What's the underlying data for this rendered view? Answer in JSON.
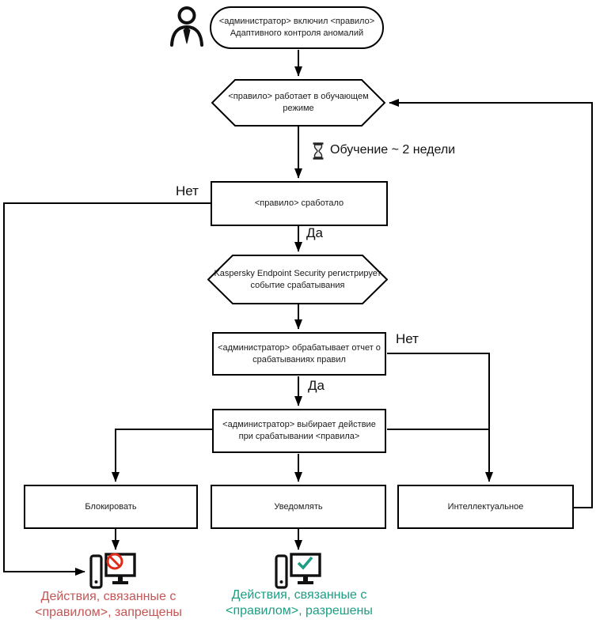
{
  "colors": {
    "line": "#000000",
    "blocked_text": "#c65555",
    "allowed_text": "#1d9e84",
    "prohibited_badge": "#de2b1a",
    "allowed_badge": "#1d9e84"
  },
  "nodes": {
    "start": "<администратор> включил <правило> Адаптивного контроля аномалий",
    "learning": "<правило> работает в обучающем режиме",
    "triggered": "<правило> сработало",
    "registers": "Kaspersky Endpoint Security регистрирует событие срабатывания",
    "report": "<администратор> обрабатывает отчет о срабатываниях правил",
    "choose": "<администратор> выбирает действие при срабатывании <правила>",
    "block": "Блокировать",
    "notify": "Уведомлять",
    "smart": "Интеллектуальное"
  },
  "edge_labels": {
    "training": "Обучение ~ 2 недели",
    "no_left": "Нет",
    "yes_top": "Да",
    "no_right": "Нет",
    "yes_bottom": "Да"
  },
  "results": {
    "blocked": "Действия, связанные с <правилом>, запрещены",
    "allowed": "Действия, связанные с <правилом>, разрешены"
  },
  "icons": {
    "person": "person-icon",
    "hourglass": "hourglass-icon",
    "computer_blocked": "computer-blocked-icon",
    "computer_allowed": "computer-allowed-icon"
  }
}
